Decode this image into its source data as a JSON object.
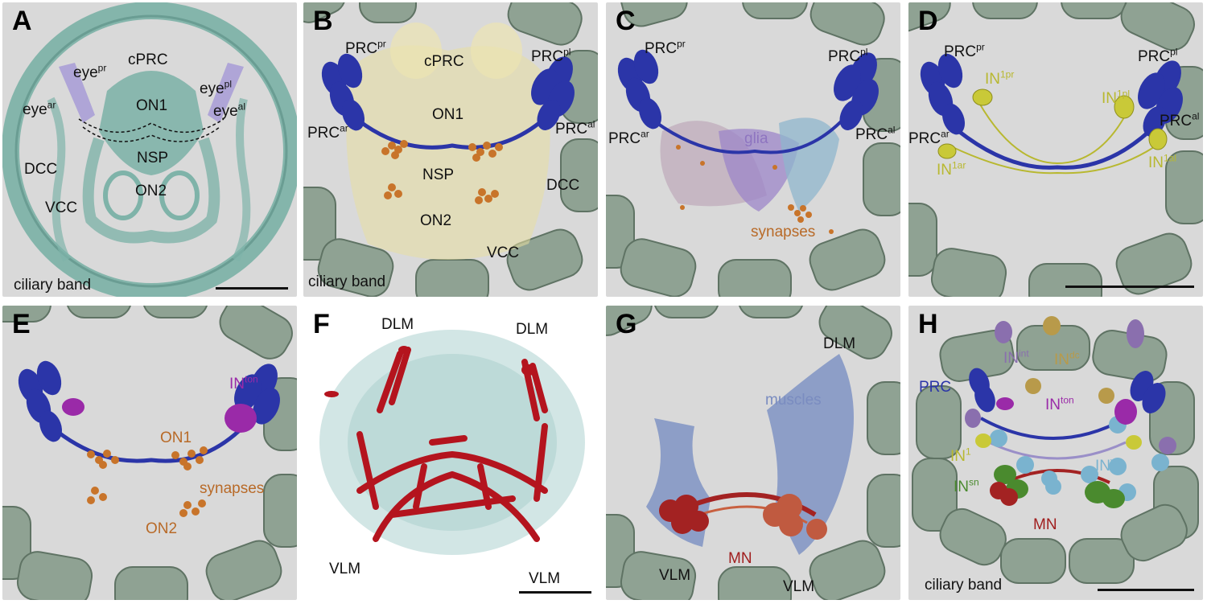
{
  "panels": {
    "A": {
      "letter": "A",
      "eye_pr": "eye",
      "eye_pr_sup": "pr",
      "eye_ar": "eye",
      "eye_ar_sup": "ar",
      "eye_pl": "eye",
      "eye_pl_sup": "pl",
      "eye_al": "eye",
      "eye_al_sup": "al",
      "cprc": "cPRC",
      "on1": "ON1",
      "nsp": "NSP",
      "dcc": "DCC",
      "on2": "ON2",
      "vcc": "VCC",
      "ciliary": "ciliary band"
    },
    "B": {
      "letter": "B",
      "prc_pr": "PRC",
      "prc_pr_sup": "pr",
      "prc_pl": "PRC",
      "prc_pl_sup": "pl",
      "prc_ar": "PRC",
      "prc_ar_sup": "ar",
      "prc_al": "PRC",
      "prc_al_sup": "al",
      "cprc": "cPRC",
      "on1": "ON1",
      "nsp": "NSP",
      "dcc": "DCC",
      "on2": "ON2",
      "vcc": "VCC",
      "ciliary": "ciliary band"
    },
    "C": {
      "letter": "C",
      "prc_pr": "PRC",
      "prc_pr_sup": "pr",
      "prc_pl": "PRC",
      "prc_pl_sup": "pl",
      "prc_ar": "PRC",
      "prc_ar_sup": "ar",
      "prc_al": "PRC",
      "prc_al_sup": "al",
      "glia": "glia",
      "synapses": "synapses"
    },
    "D": {
      "letter": "D",
      "prc_pr": "PRC",
      "prc_pr_sup": "pr",
      "prc_pl": "PRC",
      "prc_pl_sup": "pl",
      "prc_ar": "PRC",
      "prc_ar_sup": "ar",
      "prc_al": "PRC",
      "prc_al_sup": "al",
      "in1pr": "IN",
      "in1pr_sup": "1pr",
      "in1pl": "IN",
      "in1pl_sup": "1pl",
      "in1ar": "IN",
      "in1ar_sup": "1ar",
      "in1al": "IN",
      "in1al_sup": "1al"
    },
    "E": {
      "letter": "E",
      "inton": "IN",
      "inton_sup": "ton",
      "on1": "ON1",
      "synapses": "synapses",
      "on2": "ON2"
    },
    "F": {
      "letter": "F",
      "dlm_l": "DLM",
      "dlm_r": "DLM",
      "vlm_l": "VLM",
      "vlm_r": "VLM"
    },
    "G": {
      "letter": "G",
      "dlm": "DLM",
      "muscles": "muscles",
      "mn": "MN",
      "vlm_l": "VLM",
      "vlm_r": "VLM"
    },
    "H": {
      "letter": "H",
      "inint": "IN",
      "inint_sup": "int",
      "indc": "IN",
      "indc_sup": "dc",
      "prc": "PRC",
      "inton": "IN",
      "inton_sup": "ton",
      "in1": "IN",
      "in1_sup": "1",
      "insn": "IN",
      "insn_sup": "sn",
      "invc": "IN",
      "invc_sup": "vc",
      "mn": "MN",
      "ciliary": "ciliary band"
    }
  },
  "colors": {
    "panel_bg": "#d9d9d9",
    "ciliary_cell": "#8fa293",
    "ciliary_edge": "#5f7364",
    "tissue_teal": "#7fb3a9",
    "prc_blue": "#2b35a8",
    "synapse_orange": "#c8742a",
    "neuropil_yellow": "#e8dfa0",
    "glia_purple": "#9c86c8",
    "glia_blue": "#8fb6cc",
    "in1_yellow": "#c9c938",
    "inton_magenta": "#9a2aa8",
    "muscle_red": "#b4141e",
    "muscle_blue": "#8497c4",
    "mn_red": "#a32222",
    "in_sn_green": "#4a8a2e",
    "in_vc_blue": "#7ab3cf",
    "in_dc_gold": "#b89a4a",
    "in_int_purple": "#8a6fae"
  },
  "label_colors": {
    "glia": "#8e74c0",
    "synapses": "#b86a28",
    "in1": "#b8b830",
    "inton": "#9a2aa8",
    "muscles": "#7a8cc0",
    "mn": "#a01e1e",
    "prc": "#2b35a8",
    "insn": "#4a8a2e",
    "invc": "#7ab3cf",
    "indc": "#b89a4a",
    "inint": "#8a6fae"
  }
}
